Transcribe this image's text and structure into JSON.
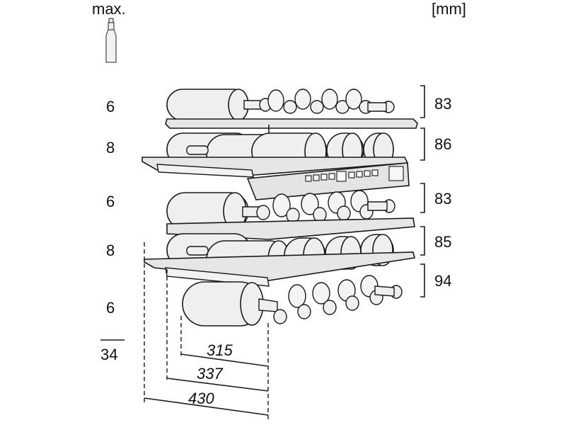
{
  "header": {
    "max_label": "max.",
    "unit_label": "[mm]",
    "icon": "wine-bottle-icon"
  },
  "rows": [
    {
      "count": "6",
      "height": "83"
    },
    {
      "count": "8",
      "height": "86"
    },
    {
      "count": "6",
      "height": "83"
    },
    {
      "count": "8",
      "height": "85"
    },
    {
      "count": "6",
      "height": "94"
    }
  ],
  "total": {
    "count": "34"
  },
  "depths": [
    {
      "value": "315"
    },
    {
      "value": "337"
    },
    {
      "value": "430"
    }
  ]
}
